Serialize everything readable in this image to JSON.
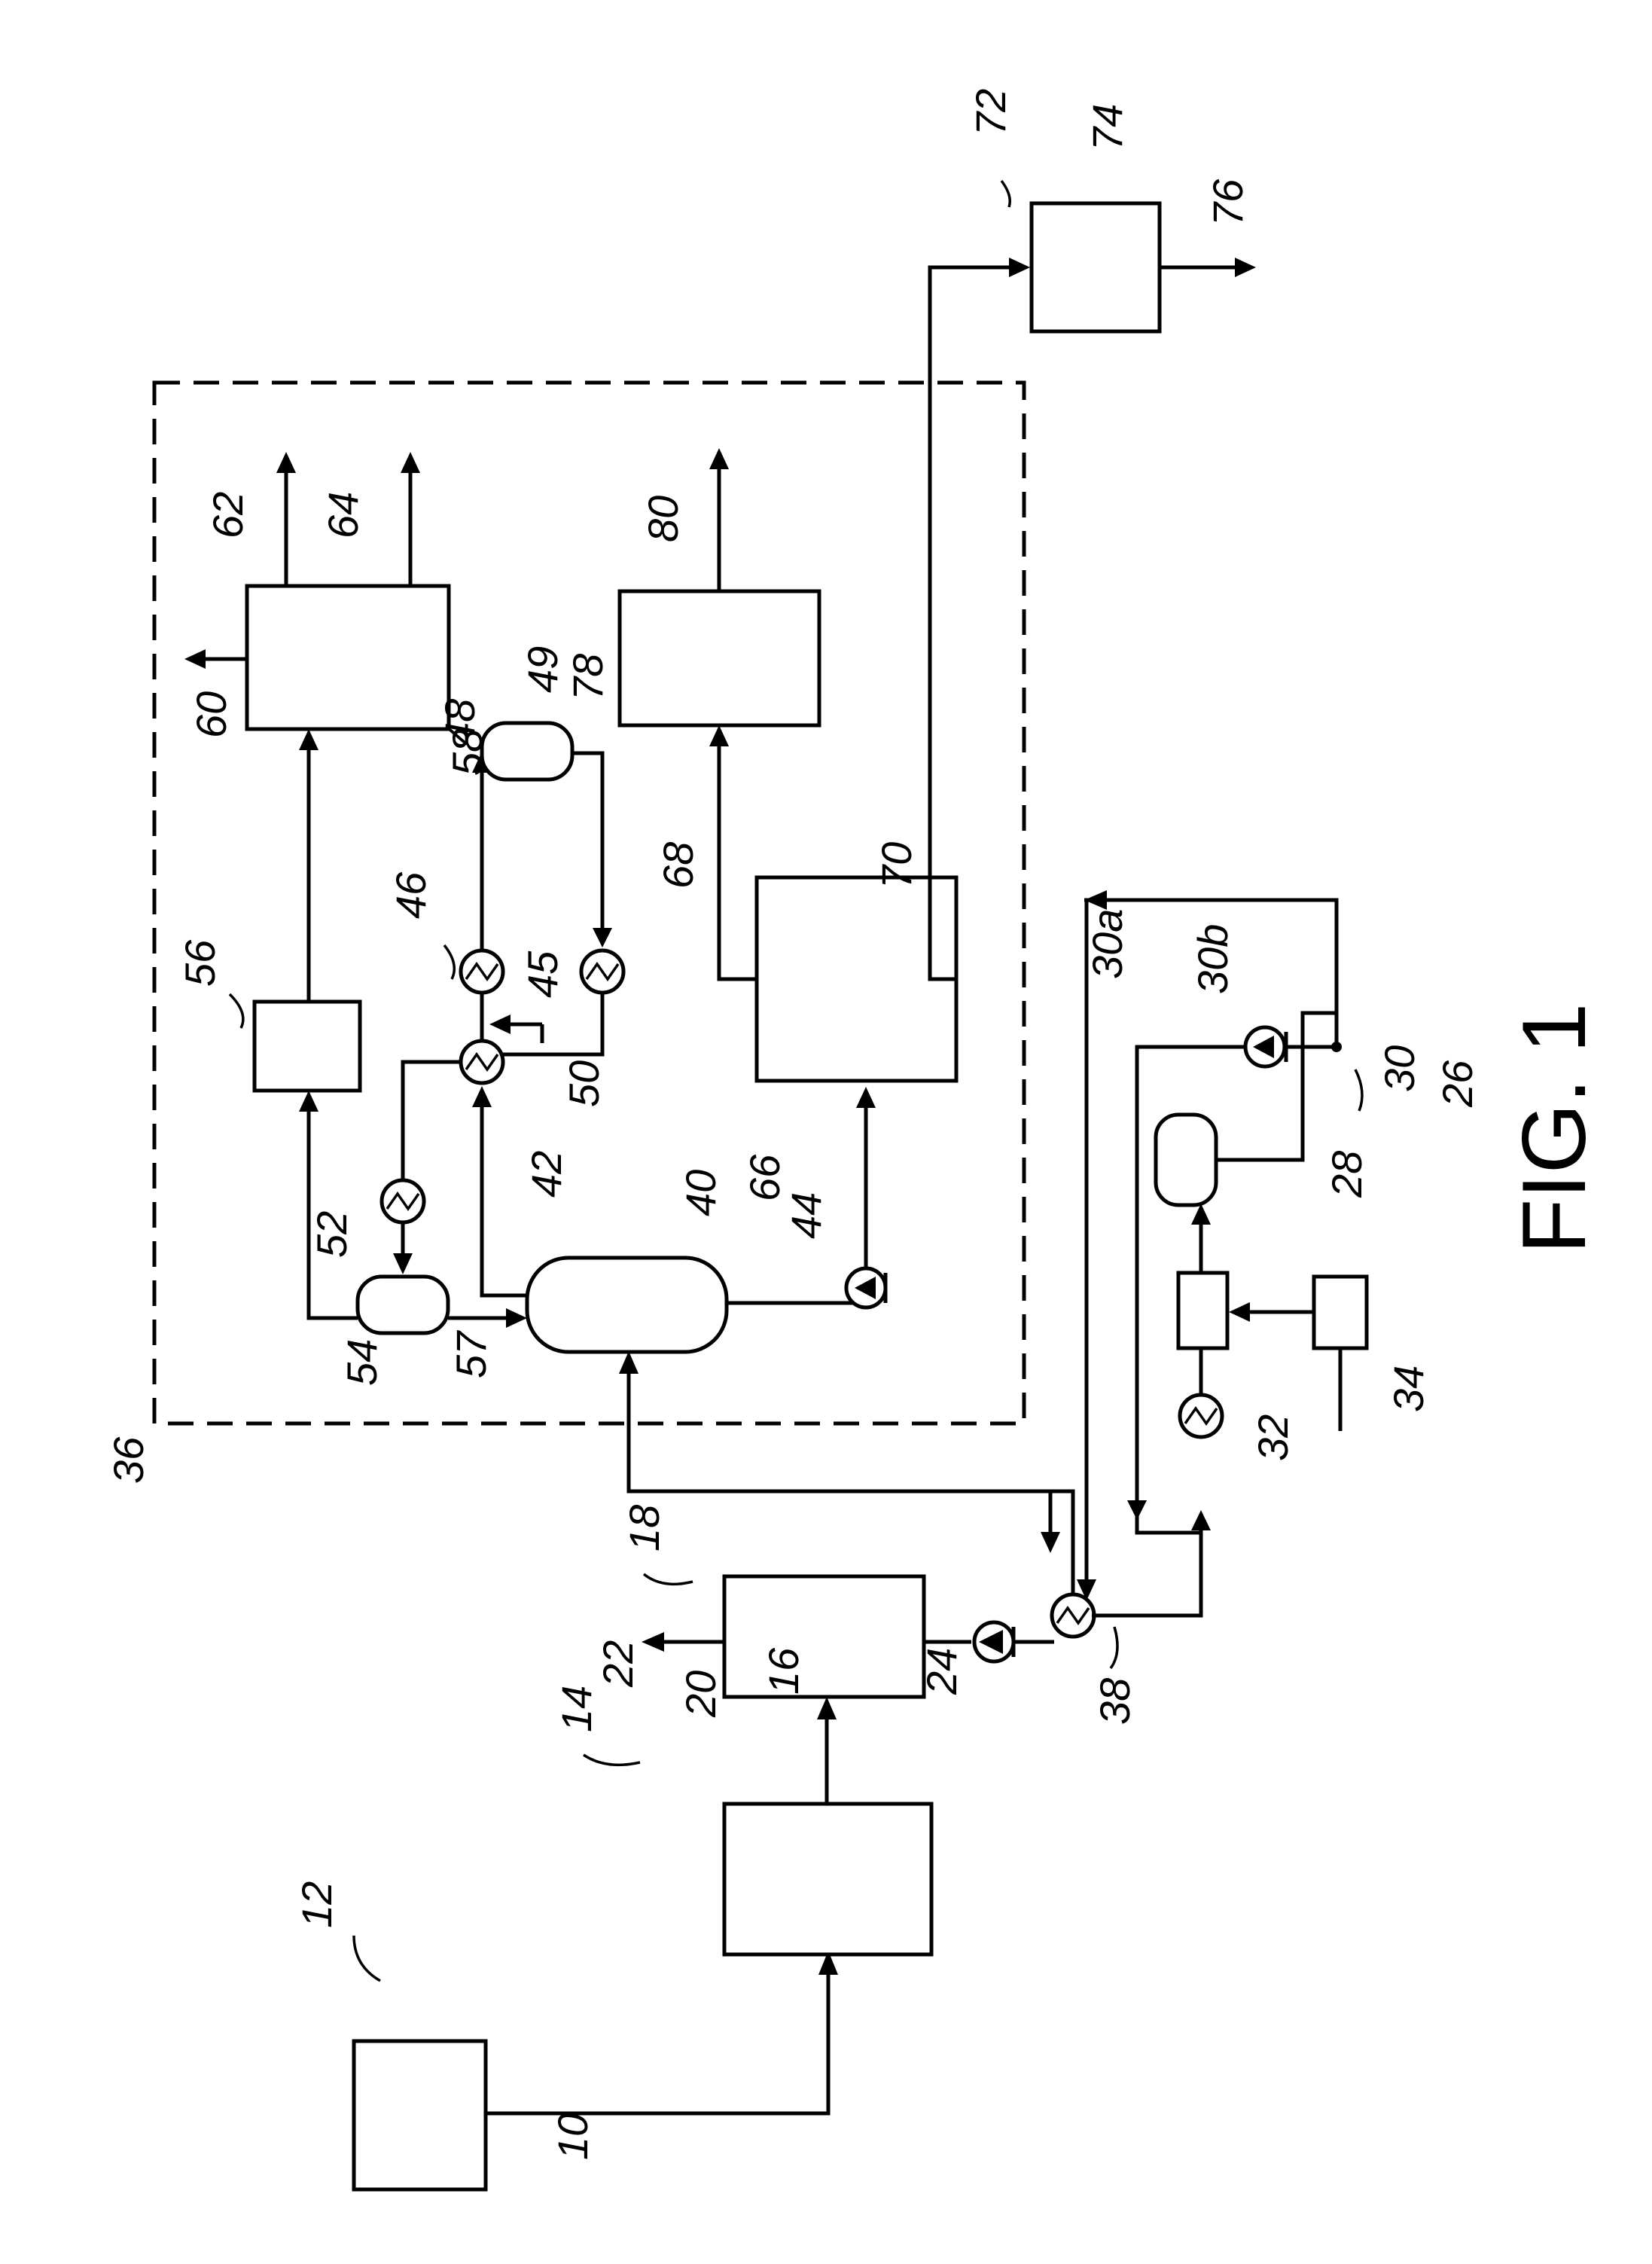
{
  "figure": {
    "caption": "FIG. 1",
    "labels": {
      "l10": "10",
      "l12": "12",
      "l14": "14",
      "l16": "16",
      "l18": "18",
      "l20": "20",
      "l22": "22",
      "l24": "24",
      "l26": "26",
      "l28": "28",
      "l30": "30",
      "l30a": "30a",
      "l30b": "30b",
      "l32": "32",
      "l34": "34",
      "l36": "36",
      "l38": "38",
      "l40": "40",
      "l42": "42",
      "l44": "44",
      "l45": "45",
      "l46": "46",
      "l48": "48",
      "l49": "49",
      "l50": "50",
      "l52": "52",
      "l54": "54",
      "l56": "56",
      "l57": "57",
      "l58": "58",
      "l60": "60",
      "l62": "62",
      "l64": "64",
      "l66": "66",
      "l68": "68",
      "l70": "70",
      "l72": "72",
      "l74": "74",
      "l76": "76",
      "l78": "78",
      "l80": "80"
    }
  }
}
